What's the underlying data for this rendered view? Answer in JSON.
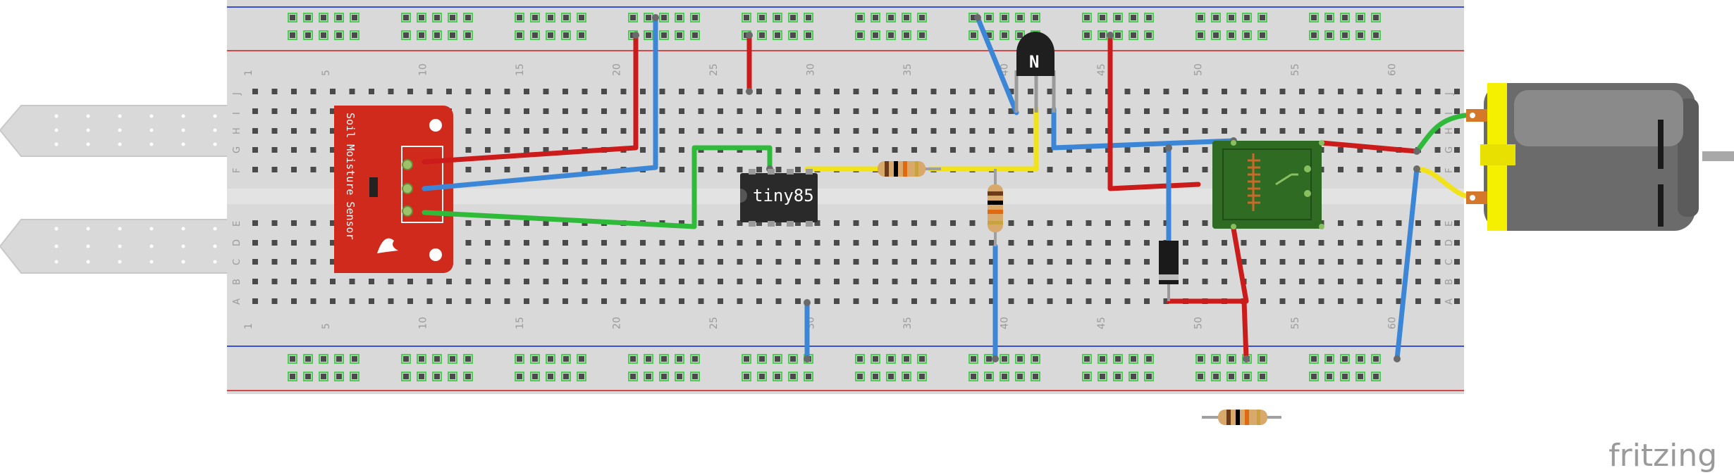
{
  "breadboard": {
    "column_numbers": [
      "1",
      "5",
      "10",
      "15",
      "20",
      "25",
      "30",
      "35",
      "40",
      "45",
      "50",
      "55",
      "60"
    ],
    "row_letters_top": [
      "J",
      "I",
      "H",
      "G",
      "F"
    ],
    "row_letters_bottom": [
      "E",
      "D",
      "C",
      "B",
      "A"
    ]
  },
  "sensor": {
    "label": "Soil Moisture Sensor"
  },
  "chip": {
    "label": "tiny85"
  },
  "transistor": {
    "label": "N"
  },
  "logo": {
    "text": "fritzing"
  },
  "colors": {
    "wire_red": "#cc1b1b",
    "wire_blue": "#3b86d6",
    "wire_green": "#2fba3a",
    "wire_yellow": "#f2e21a",
    "wire_dark_green": "#3c8a3c",
    "sensor_red": "#cf2a1c",
    "relay_green": "#2f6b22",
    "motor_gray": "#6b6b6b",
    "motor_yellow": "#f4f000"
  }
}
